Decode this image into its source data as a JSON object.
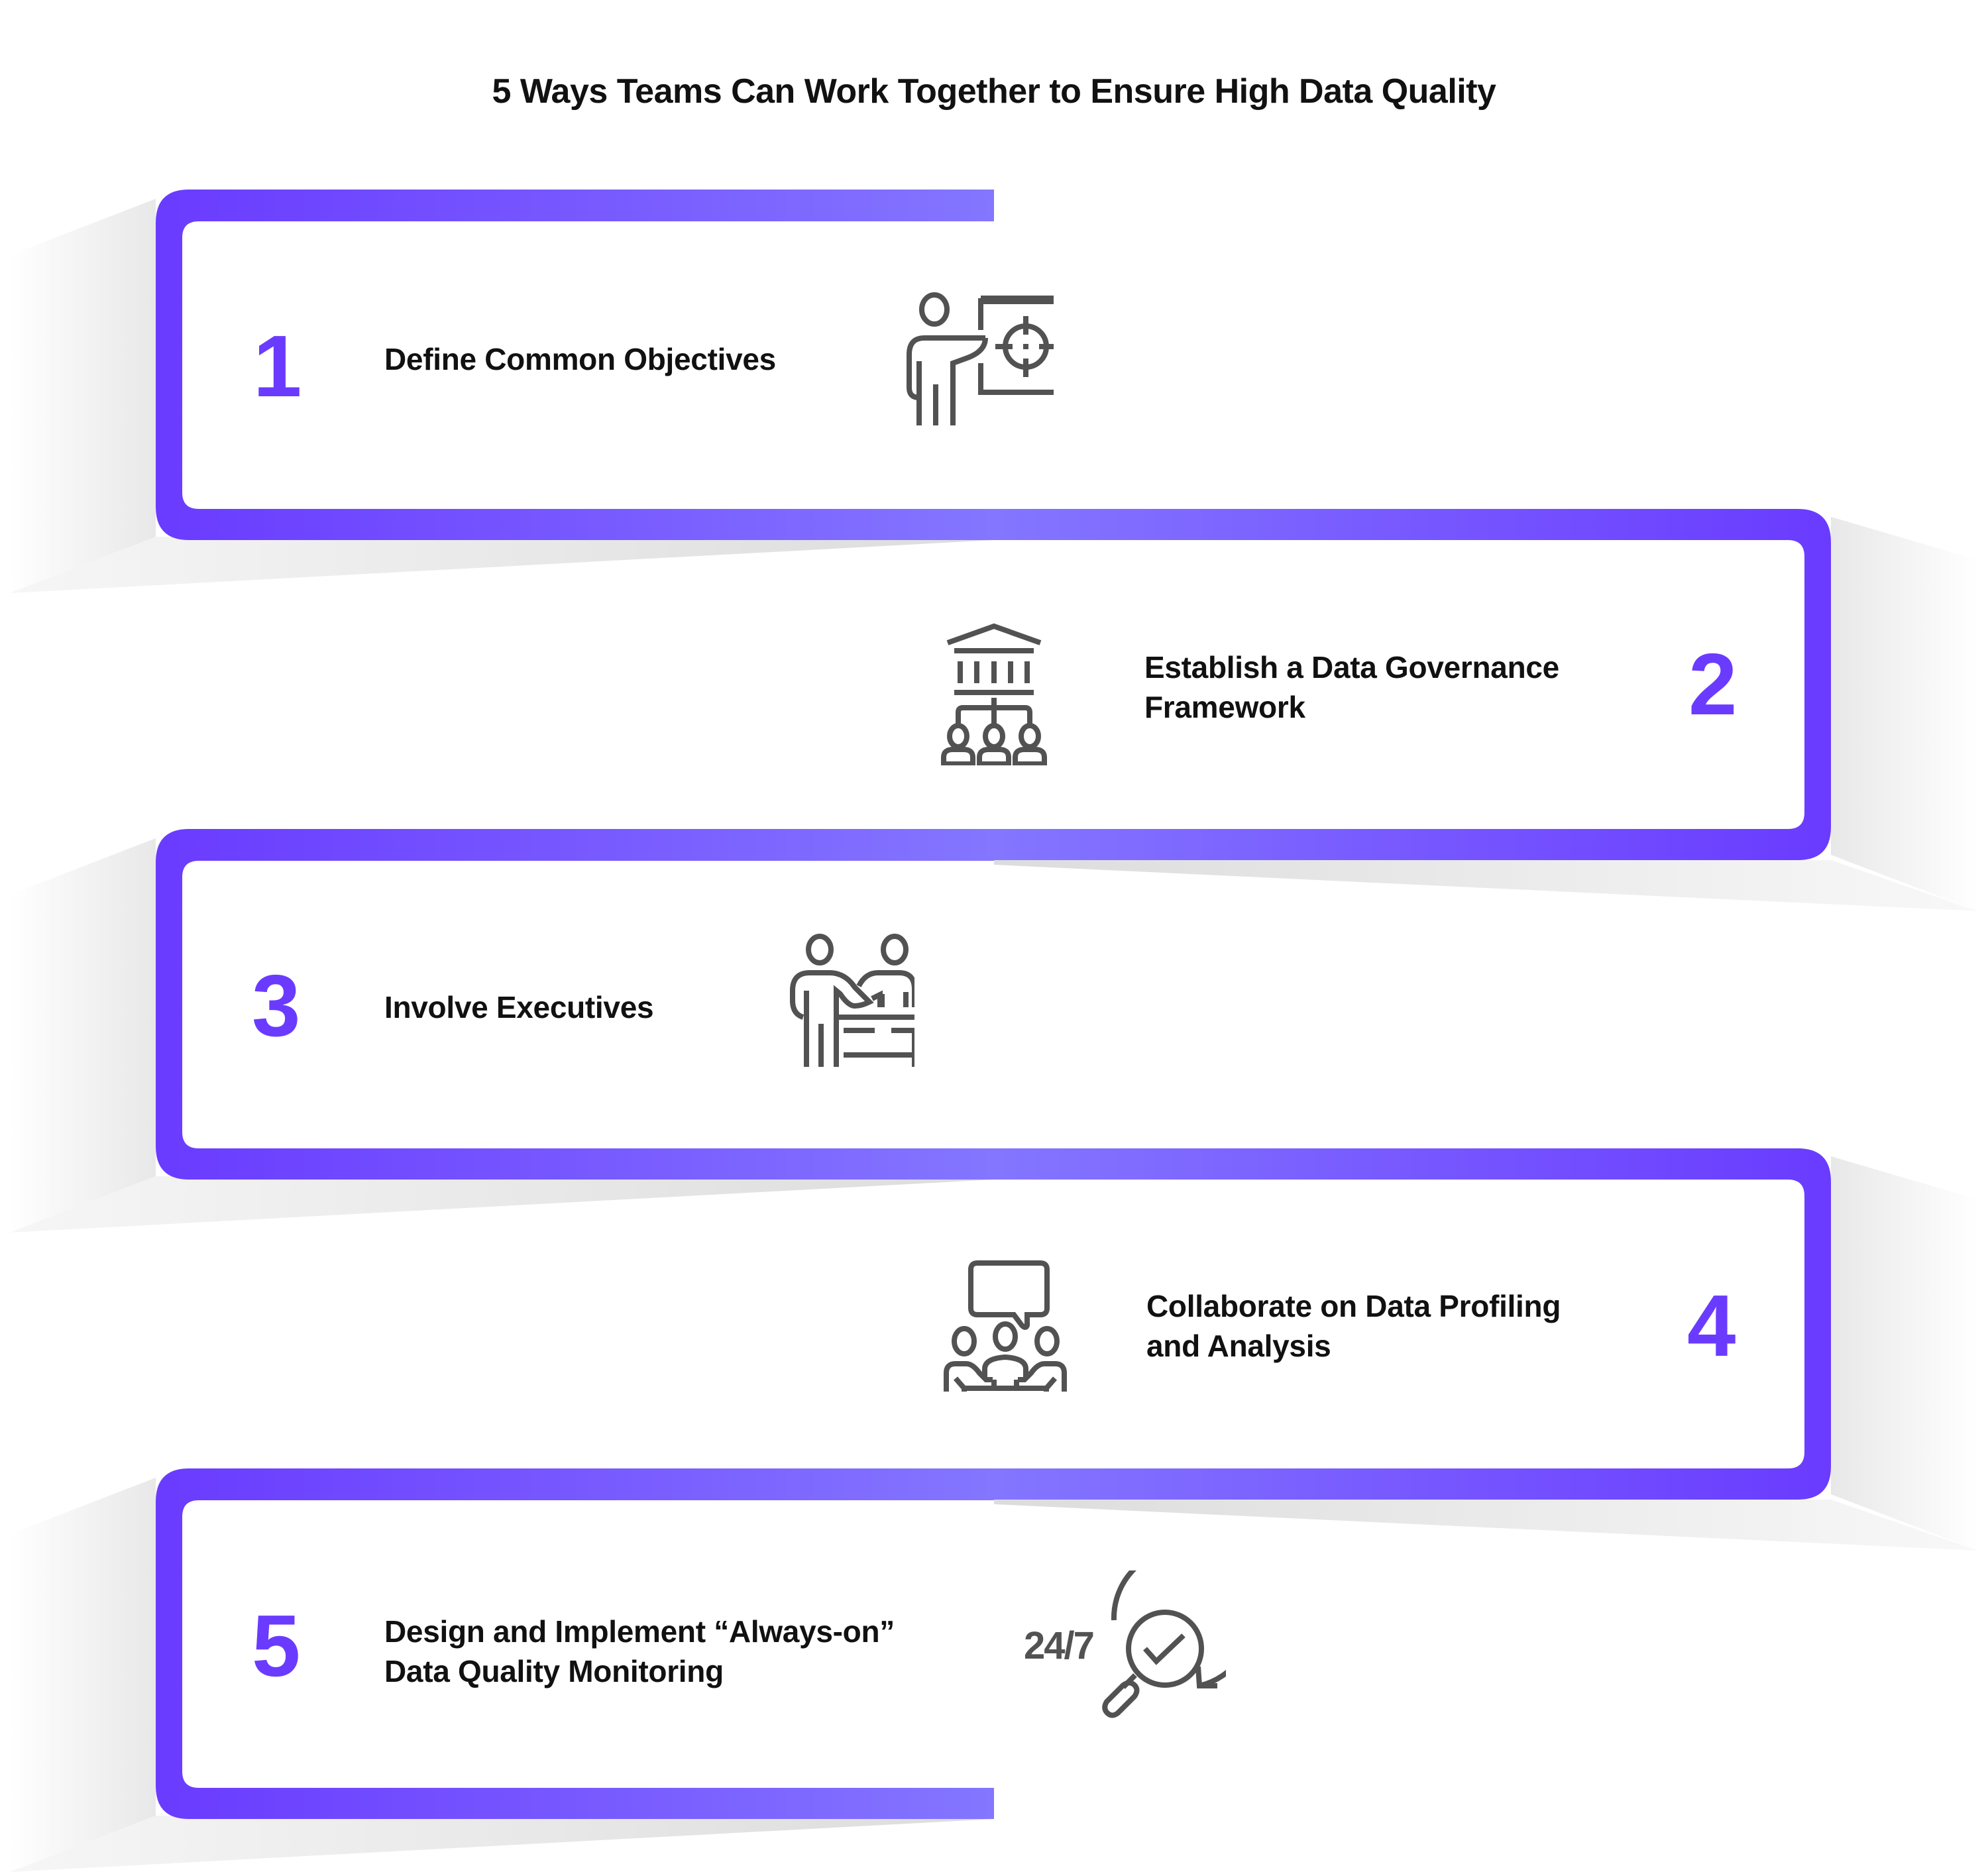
{
  "title": "5 Ways Teams Can Work Together to Ensure High Data Quality",
  "colors": {
    "accent": "#6a3bff",
    "accent_light": "#8476ff",
    "icon": "#525252",
    "text": "#111111",
    "shadow": "#e4e4e4"
  },
  "steps": [
    {
      "number": "1",
      "lines": [
        "Define Common Objectives"
      ],
      "icon": "presenter-target-icon",
      "side": "left"
    },
    {
      "number": "2",
      "lines": [
        "Establish a Data Governance",
        "Framework"
      ],
      "icon": "governance-hierarchy-icon",
      "side": "right"
    },
    {
      "number": "3",
      "lines": [
        "Involve Executives"
      ],
      "icon": "executives-meeting-icon",
      "side": "left"
    },
    {
      "number": "4",
      "lines": [
        "Collaborate on Data Profiling",
        "and Analysis"
      ],
      "icon": "team-discussion-icon",
      "side": "right"
    },
    {
      "number": "5",
      "lines": [
        "Design and Implement “Always-on”",
        "Data Quality Monitoring"
      ],
      "icon": "monitoring-24-7-icon",
      "side": "left"
    }
  ],
  "icon_labels": {
    "always_on": "24/7"
  }
}
